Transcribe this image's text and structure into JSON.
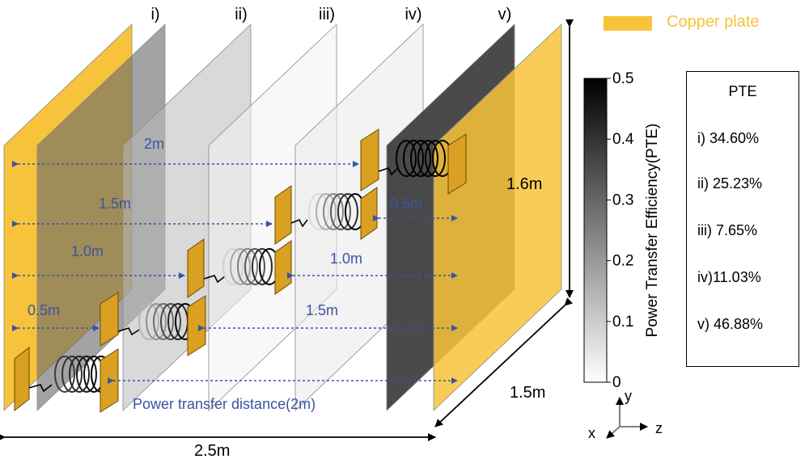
{
  "legend": {
    "label": "Copper plate",
    "color": "#f7c33a"
  },
  "plates": [
    {
      "label": "",
      "color": "#f7c33a"
    },
    {
      "label": "i)",
      "color": "#6a6a6a"
    },
    {
      "label": "ii)",
      "color": "#b9b9b9"
    },
    {
      "label": "iii)",
      "color": "#f2f2f2"
    },
    {
      "label": "iv)",
      "color": "#e9e9e9"
    },
    {
      "label": "v)",
      "color": "#3b3b3b"
    },
    {
      "label": "",
      "color": "#f7c33a"
    }
  ],
  "distances": {
    "left": [
      "2m",
      "1.5m",
      "1.0m",
      "0.5m"
    ],
    "right": [
      "0.5m",
      "1.0m",
      "1.5m"
    ],
    "bottom_label": "Power transfer distance(2m)",
    "arrow_color": "#3a53a4"
  },
  "dimensions": {
    "height": "1.6m",
    "depth": "1.5m",
    "width": "2.5m"
  },
  "colorbar": {
    "title": "Power Transfer Efficiency(PTE)",
    "ticks": [
      "0",
      "0.1",
      "0.2",
      "0.3",
      "0.4",
      "0.5"
    ],
    "min": 0,
    "max": 0.5
  },
  "pte": {
    "title": "PTE",
    "rows": [
      "i)  34.60%",
      "ii) 25.23%",
      "iii)  7.65%",
      "iv)11.03%",
      "v) 46.88%"
    ]
  },
  "axes": {
    "x": "x",
    "y": "y",
    "z": "z"
  }
}
